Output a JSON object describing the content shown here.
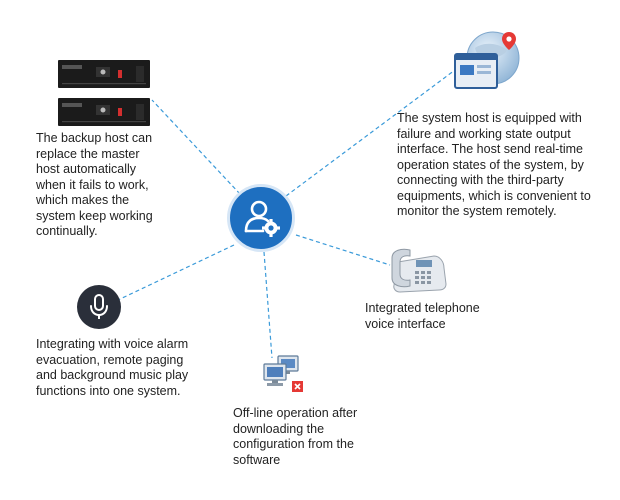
{
  "features": {
    "backup_host": "The backup host can\nreplace the master\nhost automatically\nwhen it fails to work,\nwhich makes the\nsystem keep working\ncontinually.",
    "state_output": "The system host is equipped with\nfailure and working state output\ninterface. The host send real-time\noperation states of the system,  by\nconnecting with the third-party\nequipments, which is convenient to\nmonitor the system remotely.",
    "telephone": "Integrated telephone\nvoice interface",
    "voice_alarm": "Integrating with voice alarm\nevacuation, remote paging\nand background music play\nfunctions into one system.",
    "offline": "Off-line operation after\ndownloading the\nconfiguration from the\nsoftware"
  },
  "icons": {
    "center": "user-gear-icon",
    "backup": "rack-server-icon",
    "monitor": "globe-window-icon",
    "telephone": "telephone-icon",
    "microphone": "microphone-icon",
    "offline": "offline-computer-icon"
  },
  "colors": {
    "accent": "#1e6fc0",
    "connector": "#3a9ad9",
    "dark_icon": "#2a2f3a",
    "error": "#e53935"
  }
}
